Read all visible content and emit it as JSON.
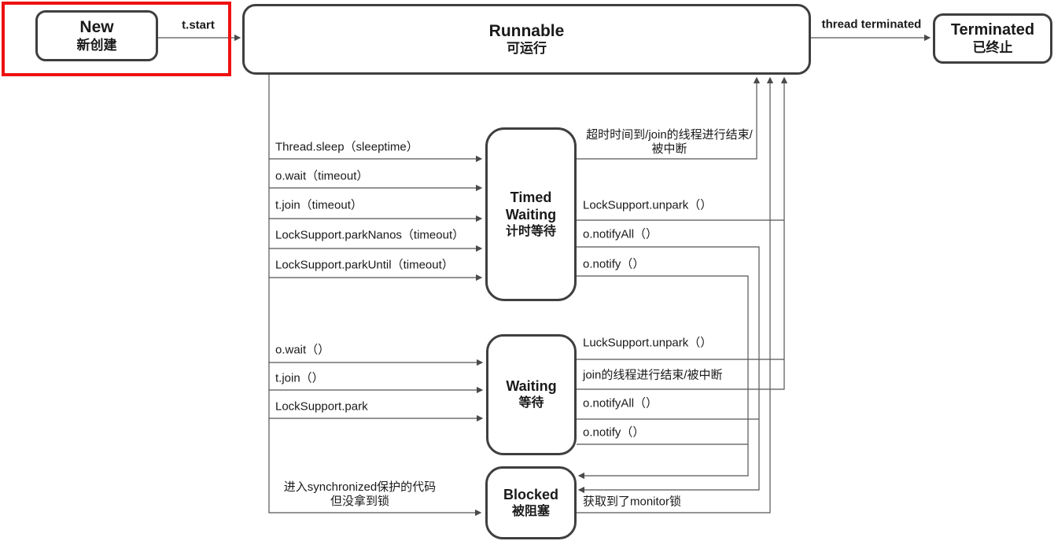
{
  "colors": {
    "highlight_red": "#ee1111",
    "box_border": "#3f3f3f",
    "line_gray": "#555555",
    "text": "#1a1a1a"
  },
  "states": {
    "new": {
      "title": "New",
      "subtitle": "新创建"
    },
    "runnable": {
      "title": "Runnable",
      "subtitle": "可运行"
    },
    "timed_waiting": {
      "title_line1": "Timed",
      "title_line2": "Waiting",
      "subtitle": "计时等待"
    },
    "waiting": {
      "title": "Waiting",
      "subtitle": "等待"
    },
    "blocked": {
      "title": "Blocked",
      "subtitle": "被阻塞"
    },
    "terminated": {
      "title": "Terminated",
      "subtitle": "已终止"
    }
  },
  "transitions": {
    "new_to_runnable": "t.start",
    "runnable_to_terminated": "thread terminated",
    "runnable_to_timed_waiting": [
      "Thread.sleep（sleeptime）",
      "o.wait（timeout）",
      "t.join（timeout）",
      "LockSupport.parkNanos（timeout）",
      "LockSupport.parkUntil（timeout）"
    ],
    "runnable_to_waiting": [
      "o.wait（）",
      "t.join（）",
      "LockSupport.park"
    ],
    "runnable_to_blocked": {
      "line1": "进入synchronized保护的代码",
      "line2": "但没拿到锁"
    },
    "timed_waiting_to_runnable_timeout": {
      "line1": "超时时间到/join的线程进行结束/",
      "line2": "被中断"
    },
    "timed_waiting_to_runnable_unpark": "LockSupport.unpark（）",
    "timed_waiting_to_blocked_notifyall": "o.notifyAll（）",
    "timed_waiting_to_blocked_notify": "o.notify（）",
    "waiting_to_runnable_unpark": "LuckSupport.unpark（）",
    "waiting_to_runnable_join_end": "join的线程进行结束/被中断",
    "waiting_to_blocked_notifyall": "o.notifyAll（）",
    "waiting_to_blocked_notify": "o.notify（）",
    "blocked_to_runnable": "获取到了monitor锁"
  }
}
